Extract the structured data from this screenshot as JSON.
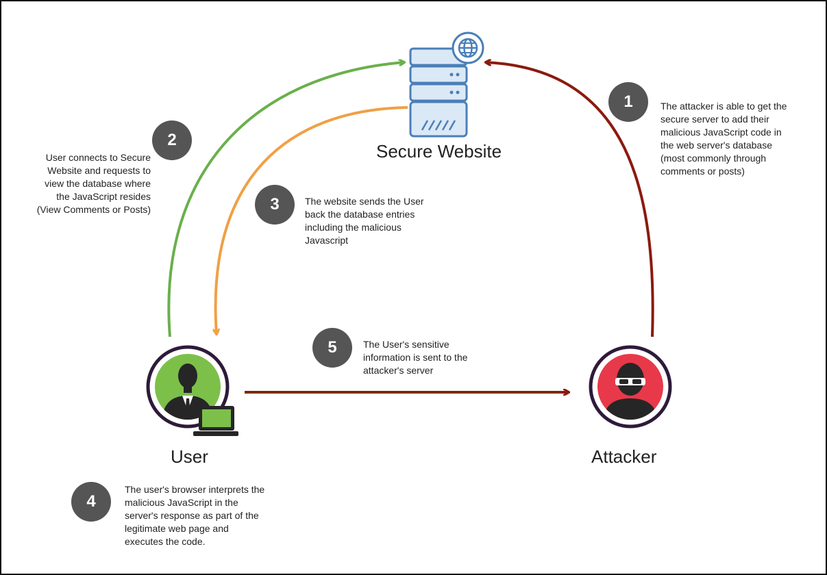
{
  "nodes": {
    "server_label": "Secure Website",
    "user_label": "User",
    "attacker_label": "Attacker"
  },
  "steps": [
    {
      "number": "1",
      "text": "The attacker is able to get the\nsecure server to add their\nmalicious JavaScript code in\nthe web server's database\n(most commonly through\ncomments or posts)"
    },
    {
      "number": "2",
      "text": "User connects to Secure\nWebsite and requests to\nview the database where\nthe JavaScript resides\n(View Comments or Posts)"
    },
    {
      "number": "3",
      "text": "The website sends the User\nback the database entries\nincluding the malicious\nJavascript"
    },
    {
      "number": "4",
      "text": "The user's browser interprets the\nmalicious JavaScript in the\nserver's response as part of the\nlegitimate web page and\nexecutes the code."
    },
    {
      "number": "5",
      "text": "The User's sensitive\ninformation is sent to the\nattacker's server"
    }
  ],
  "colors": {
    "green_arrow": "#6ab04c",
    "orange_arrow": "#f0a045",
    "red_arrow": "#8b1a0e",
    "badge": "#555555",
    "user_circle": "#7cc04a",
    "attacker_circle": "#e8394a",
    "ring": "#2e1a3a",
    "server_fill": "#dbe8f6",
    "server_stroke": "#4a7fb8"
  },
  "icons": [
    "server-icon",
    "globe-icon",
    "user-icon",
    "laptop-icon",
    "attacker-icon"
  ]
}
